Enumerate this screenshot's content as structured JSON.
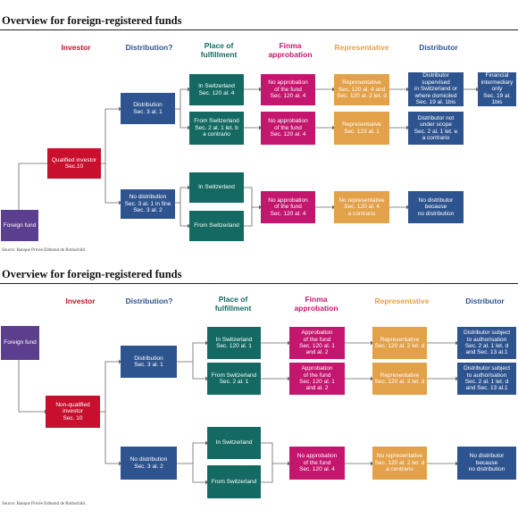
{
  "colors": {
    "investor": "#c8102e",
    "fund": "#5b3f8e",
    "distribution": "#2e5490",
    "fulfillment": "#146a62",
    "finma": "#c4166e",
    "representative": "#e3a14a",
    "distributor": "#2e5490"
  },
  "panel1": {
    "title": "Overview for foreign-registered funds",
    "headers": {
      "investor": "Investor",
      "distribution": "Distribution?",
      "fulfillment": "Place of\nfulfillment",
      "finma": "Finma\napprobation",
      "representative": "Representative",
      "distributor": "Distributor"
    },
    "boxes": {
      "foreign_fund": "Foreign fund",
      "qualified": "Qualified investor\nSec.10",
      "distribution": "Distribution\nSec. 3 al. 1",
      "no_distribution": "No distribution\nSec. 3 al. 1 in fine\nSec. 3 al. 2",
      "in_switzerland_a": "In Switzerland\nSec. 120 al. 4",
      "from_switzerland_a": "From Switzerland\nSec. 2 al. 1 let. b\na contrario",
      "in_switzerland_b": "In Switzerland",
      "from_switzerland_b": "From Switzerland",
      "finma_1": "No approbation\nof the fund\nSec. 120 al. 4",
      "finma_2": "No approbation\nof the fund\nSec. 120 al. 4",
      "finma_3": "No approbation\nof the fund\nSec. 120 al. 4",
      "rep_1": "Representative\nSec. 120 al. 4 and\nSec. 120 al. 2 let. d",
      "rep_2": "Representative\nSec. 123 al. 1",
      "rep_3": "No representative\nSec. 120 al. 4\na contrario",
      "dist_1": "Distributor supervised\nin Switzerland or\nwhere domiciled\nSec. 19 al. 1bis",
      "dist_2": "Distributor not\nunder scope\nSec. 2 al. 1 let. e\na contrario",
      "dist_3": "No distributor\nbecause\nno distribution",
      "financial_intermediary": "Financial\nintermediary\nonly\nSec. 19 al. 1bis"
    },
    "source": "Source: Banque Privée Edmond de Rothschild."
  },
  "panel2": {
    "title": "Overview for foreign-registered funds",
    "headers": {
      "investor": "Investor",
      "distribution": "Distribution?",
      "fulfillment": "Place of\nfulfillment",
      "finma": "Finma\napprobation",
      "representative": "Representative",
      "distributor": "Distributor"
    },
    "boxes": {
      "foreign_fund": "Foreign fund",
      "non_qualified": "Non-qualified\ninvestor\nSec. 10",
      "distribution": "Distribution\nSec. 3 al. 1",
      "no_distribution": "No distribution\nSec. 3 al. 2",
      "in_switzerland_a": "In Switzerland\nSec. 120 al. 1",
      "from_switzerland_a": "From Switzerland\nSec. 2 al. 1",
      "in_switzerland_b": "In Switzerland",
      "from_switzerland_b": "From Switzerland",
      "finma_1": "Approbation\nof the fund\nSec. 120 al. 1\nand al. 2",
      "finma_2": "Approbation\nof the fund\nSec. 120 al. 1\nand al. 2",
      "finma_3": "No approbation\nof the fund\nSec. 120 al. 4",
      "rep_1": "Representative\nSec. 120 al. 2 let. d",
      "rep_2": "Representative\nSec. 120 al. 2 let. d",
      "rep_3": "No representative\nSec. 120 al. 2 let. d\na contrario",
      "dist_1": "Distributor subject\nto authorisation\nSec. 2 al. 1 let. d\nand Sec. 13 al.1",
      "dist_2": "Distributor subject\nto authorisation\nSec. 2 al. 1 let. d\nand Sec. 13 al.1",
      "dist_3": "No distributor\nbecause\nno distribution"
    },
    "source": "Source: Banque Privée Edmond de Rothschild."
  }
}
